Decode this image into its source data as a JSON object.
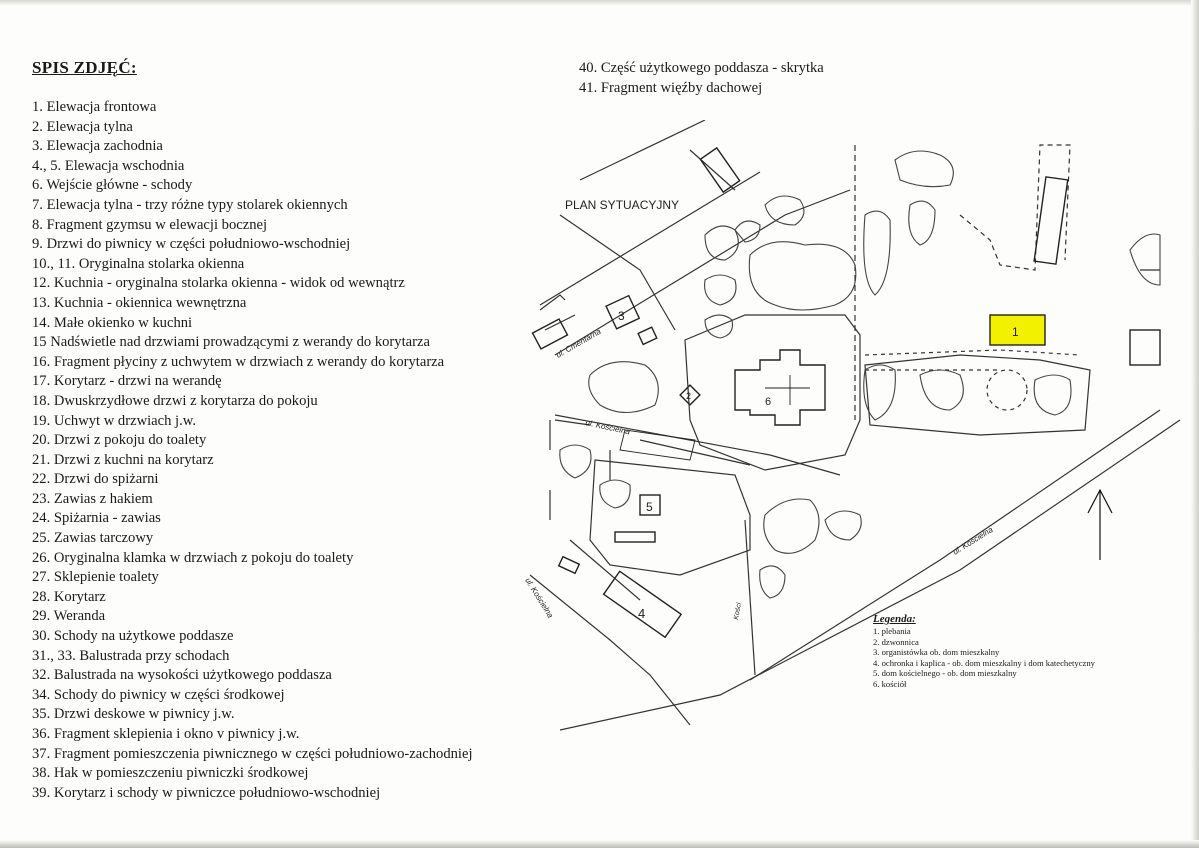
{
  "heading": "SPIS ZDJĘĆ:",
  "photo_list": [
    "1. Elewacja frontowa",
    "2. Elewacja tylna",
    "3. Elewacja zachodnia",
    "4., 5. Elewacja wschodnia",
    "6. Wejście główne - schody",
    "7. Elewacja tylna -  trzy różne typy stolarek okiennych",
    "8. Fragment gzymsu w elewacji bocznej",
    "9. Drzwi do piwnicy w części południowo-wschodniej",
    "10., 11.  Oryginalna stolarka okienna",
    "12. Kuchnia - oryginalna stolarka okienna - widok od wewnątrz",
    "13. Kuchnia -  okiennica wewnętrzna",
    "14. Małe okienko w kuchni",
    "15 Nadświetle nad drzwiami prowadzącymi z werandy do korytarza",
    "16. Fragment płyciny z uchwytem w drzwiach z werandy do korytarza",
    "17. Korytarz - drzwi na werandę",
    "18. Dwuskrzydłowe drzwi z korytarza do pokoju",
    "19. Uchwyt w drzwiach j.w.",
    "20. Drzwi z pokoju do toalety",
    "21. Drzwi z kuchni na korytarz",
    "22.  Drzwi do spiżarni",
    "23. Zawias z hakiem",
    "24. Spiżarnia -  zawias",
    "25. Zawias tarczowy",
    "26. Oryginalna klamka w drzwiach z pokoju do toalety",
    "27. Sklepienie toalety",
    "28. Korytarz",
    "29. Weranda",
    "30. Schody na użytkowe poddasze",
    "31., 33. Balustrada przy schodach",
    "32. Balustrada na wysokości użytkowego poddasza",
    "34. Schody do piwnicy w części środkowej",
    "35. Drzwi deskowe w piwnicy j.w.",
    "36. Fragment sklepienia i okno  v piwnicy j.w.",
    "37. Fragment pomieszczenia piwnicznego w części południowo-zachodniej",
    "38. Hak w pomieszczeniu piwniczki środkowej",
    "39. Korytarz i schody w piwniczce południowo-wschodniej"
  ],
  "photo_list_continued": [
    "40. Część użytkowego poddasza - skrytka",
    "41. Fragment więźby dachowej"
  ],
  "map": {
    "title": "PLAN SYTUACYJNY",
    "street_cmentarna": "ul. Cmentarna",
    "street_koscielna_1": "ul. Kościelna",
    "street_koscielna_2": "ul. Kościelna",
    "street_koscielna_3": "ul. Kościelna",
    "street_kosciuszki": "Kości",
    "building_labels": [
      "1",
      "2",
      "3",
      "4",
      "5",
      "6"
    ],
    "highlight_color": "#f2f200"
  },
  "legend": {
    "title": "Legenda:",
    "items": [
      "1. plebania",
      "2. dzwonnica",
      "3.  organistówka ob. dom mieszkalny",
      "4. ochronka i kaplica - ob. dom mieszkalny i dom katechetyczny",
      "5. dom kościelnego - ob. dom mieszkalny",
      "6. kościół"
    ]
  }
}
